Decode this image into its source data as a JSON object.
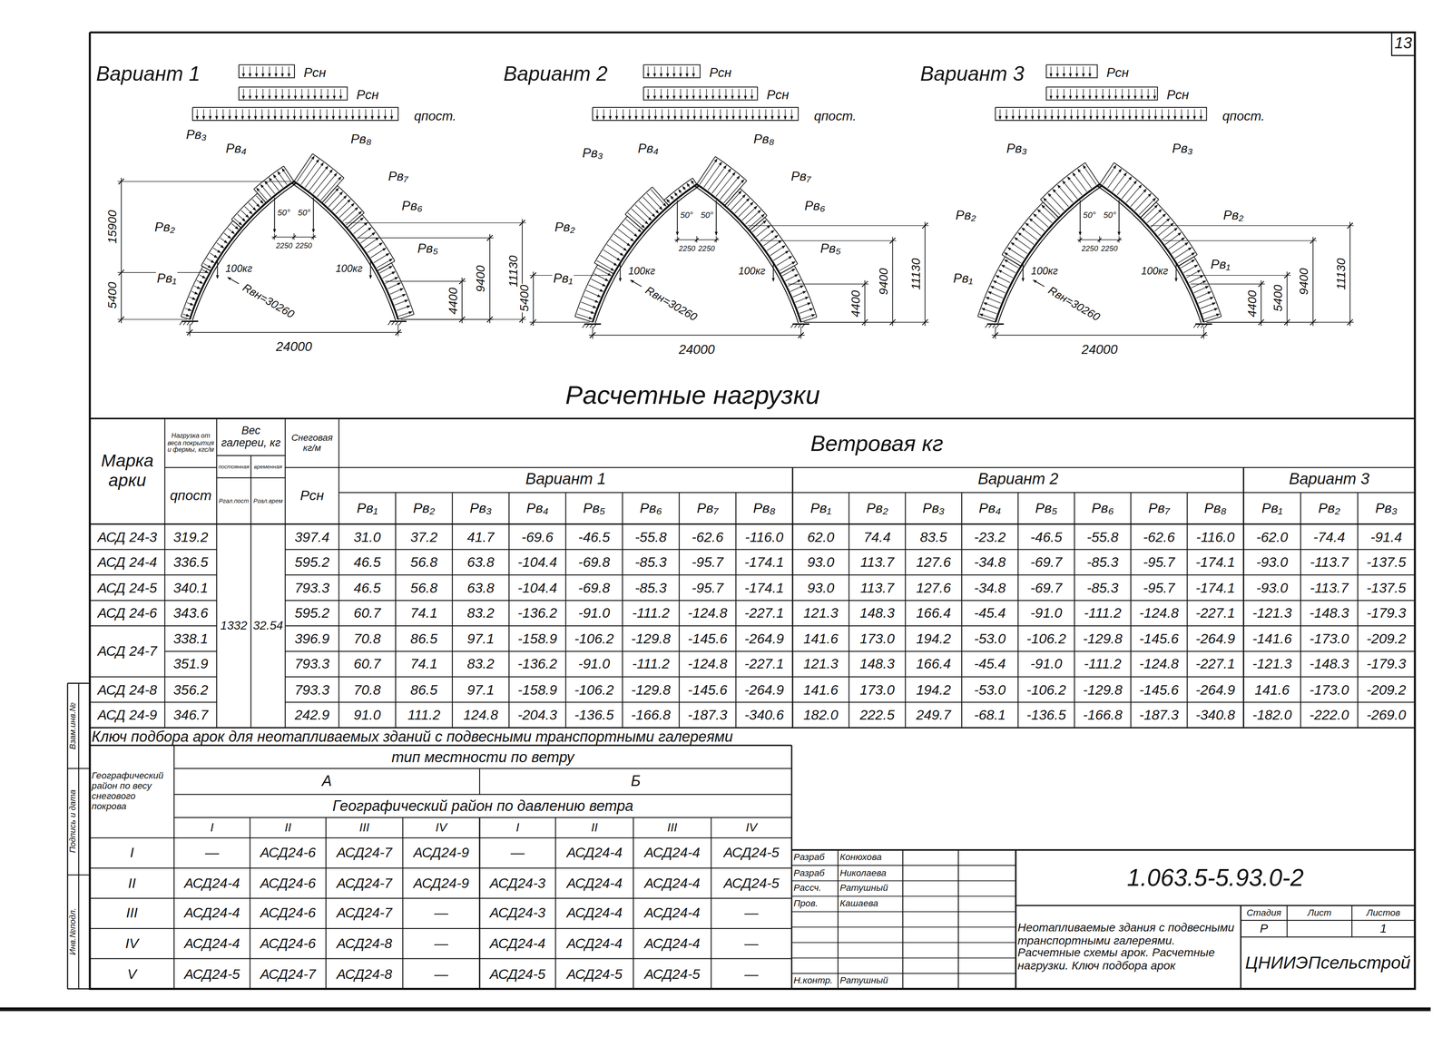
{
  "diagram": {
    "title": "Расчетные нагрузки",
    "labels": [
      "Вариант 1",
      "Pсн",
      "Pсн",
      "qпост.",
      "Pв₁",
      "Pв₂",
      "Pв₃",
      "Pв₄",
      "Pв₅",
      "Pв₆",
      "Pв₇",
      "Pв₈",
      "50°",
      "50°",
      "2250",
      "2250",
      "100кг",
      "100кг",
      "Rвн=30260",
      "24000",
      "15900",
      "5400",
      "4400",
      "9400",
      "11130",
      "Вариант 2",
      "Pсн",
      "Pсн",
      "qпост.",
      "Pв₁",
      "Pв₂",
      "Pв₃",
      "Pв₄",
      "Pв₅",
      "Pв₆",
      "Pв₇",
      "Pв₈",
      "50°",
      "50°",
      "2250",
      "2250",
      "100кг",
      "100кг",
      "Rвн=30260",
      "24000",
      "5400",
      "4400",
      "9400",
      "11130",
      "Вариант 3",
      "Pсн",
      "Pсн",
      "qпост.",
      "Pв₁",
      "Pв₁",
      "Pв₂",
      "Pв₂",
      "Pв₃",
      "Pв₃",
      "50°",
      "50°",
      "2250",
      "2250",
      "100кг",
      "100кг",
      "Rвн=30260",
      "24000",
      "4400",
      "5400",
      "9400",
      "11130",
      "Марка арки",
      "Нагрузка от веса покрытия и фермы, кгс/м",
      "qпост",
      "Вес галереи, кг",
      "постоянная",
      "временная",
      "Pгал.пост",
      "Pгал.врем",
      "Снеговая кг/м",
      "Pсн",
      "Ветровая кг",
      "Вариант 1",
      "Вариант 2",
      "Вариант 3",
      "Pв₁",
      "Pв₂",
      "Pв₃",
      "Pв₄",
      "Pв₅",
      "Pв₆",
      "Pв₇",
      "Pв₈",
      "Pв₁",
      "Pв₂",
      "Pв₃",
      "Pв₄",
      "Pв₅",
      "Pв₆",
      "Pв₇",
      "Pв₈",
      "Pв₁",
      "Pв₂",
      "Pв₃",
      "1332",
      "32.54",
      "АСД 24-3",
      "319.2",
      "397.4",
      "31.0",
      "37.2",
      "41.7",
      "-69.6",
      "-46.5",
      "-55.8",
      "-62.6",
      "-116.0",
      "62.0",
      "74.4",
      "83.5",
      "-23.2",
      "-46.5",
      "-55.8",
      "-62.6",
      "-116.0",
      "-62.0",
      "-74.4",
      "-91.4",
      "АСД 24-4",
      "336.5",
      "595.2",
      "46.5",
      "56.8",
      "63.8",
      "-104.4",
      "-69.8",
      "-85.3",
      "-95.7",
      "-174.1",
      "93.0",
      "113.7",
      "127.6",
      "-34.8",
      "-69.7",
      "-85.3",
      "-95.7",
      "-174.1",
      "-93.0",
      "-113.7",
      "-137.5",
      "АСД 24-5",
      "340.1",
      "793.3",
      "46.5",
      "56.8",
      "63.8",
      "-104.4",
      "-69.8",
      "-85.3",
      "-95.7",
      "-174.1",
      "93.0",
      "113.7",
      "127.6",
      "-34.8",
      "-69.7",
      "-85.3",
      "-95.7",
      "-174.1",
      "-93.0",
      "-113.7",
      "-137.5",
      "АСД 24-6",
      "343.6",
      "595.2",
      "60.7",
      "74.1",
      "83.2",
      "-136.2",
      "-91.0",
      "-111.2",
      "-124.8",
      "-227.1",
      "121.3",
      "148.3",
      "166.4",
      "-45.4",
      "-91.0",
      "-111.2",
      "-124.8",
      "-227.1",
      "-121.3",
      "-148.3",
      "-179.3",
      "АСД 24-7",
      "338.1",
      "396.9",
      "70.8",
      "86.5",
      "97.1",
      "-158.9",
      "-106.2",
      "-129.8",
      "-145.6",
      "-264.9",
      "141.6",
      "173.0",
      "194.2",
      "-53.0",
      "-106.2",
      "-129.8",
      "-145.6",
      "-264.9",
      "-141.6",
      "-173.0",
      "-209.2",
      "351.9",
      "793.3",
      "60.7",
      "74.1",
      "83.2",
      "-136.2",
      "-91.0",
      "-111.2",
      "-124.8",
      "-227.1",
      "121.3",
      "148.3",
      "166.4",
      "-45.4",
      "-91.0",
      "-111.2",
      "-124.8",
      "-227.1",
      "-121.3",
      "-148.3",
      "-179.3",
      "АСД 24-8",
      "356.2",
      "793.3",
      "70.8",
      "86.5",
      "97.1",
      "-158.9",
      "-106.2",
      "-129.8",
      "-145.6",
      "-264.9",
      "141.6",
      "173.0",
      "194.2",
      "-53.0",
      "-106.2",
      "-129.8",
      "-145.6",
      "-264.9",
      "141.6",
      "-173.0",
      "-209.2",
      "АСД 24-9",
      "346.7",
      "242.9",
      "91.0",
      "111.2",
      "124.8",
      "-204.3",
      "-136.5",
      "-166.8",
      "-187.3",
      "-340.6",
      "182.0",
      "222.5",
      "249.7",
      "-68.1",
      "-136.5",
      "-166.8",
      "-187.3",
      "-340.8",
      "-182.0",
      "-222.0",
      "-269.0",
      "Ключ подбора арок для неотапливаемых зданий с подвесными транспортными галереями",
      "Географический район по весу снегового покрова",
      "тип местности по ветру",
      "А",
      "Б",
      "Географический район по давлению ветра",
      "I",
      "II",
      "III",
      "IV",
      "I",
      "II",
      "III",
      "IV",
      "I",
      "—",
      "АСД24-6",
      "АСД24-7",
      "АСД24-9",
      "—",
      "АСД24-4",
      "АСД24-4",
      "АСД24-5",
      "II",
      "АСД24-4",
      "АСД24-6",
      "АСД24-7",
      "АСД24-9",
      "АСД24-3",
      "АСД24-4",
      "АСД24-4",
      "АСД24-5",
      "III",
      "АСД24-4",
      "АСД24-6",
      "АСД24-7",
      "—",
      "АСД24-3",
      "АСД24-4",
      "АСД24-4",
      "—",
      "IV",
      "АСД24-4",
      "АСД24-6",
      "АСД24-8",
      "—",
      "АСД24-4",
      "АСД24-4",
      "АСД24-4",
      "—",
      "V",
      "АСД24-5",
      "АСД24-7",
      "АСД24-8",
      "—",
      "АСД24-5",
      "АСД24-5",
      "АСД24-5",
      "—",
      "Разраб",
      "Конюхова",
      "Разраб",
      "Николаева",
      "Рассч.",
      "Ратушный",
      "Пров.",
      "Кашаева",
      "Н.контр.",
      "Ратушный",
      "1.063.5-5.93.0-2",
      "Неотапливаемые здания с подвесными транспортными галереями. Расчетные схемы арок. Расчетные нагрузки. Ключ подбора арок",
      "Стадия",
      "Лист",
      "Листов",
      "Р",
      "1",
      "ЦНИИЭПсельстрой",
      "13",
      "Взам.инв.№",
      "Подпись и дата",
      "Инв.№подл."
    ]
  }
}
